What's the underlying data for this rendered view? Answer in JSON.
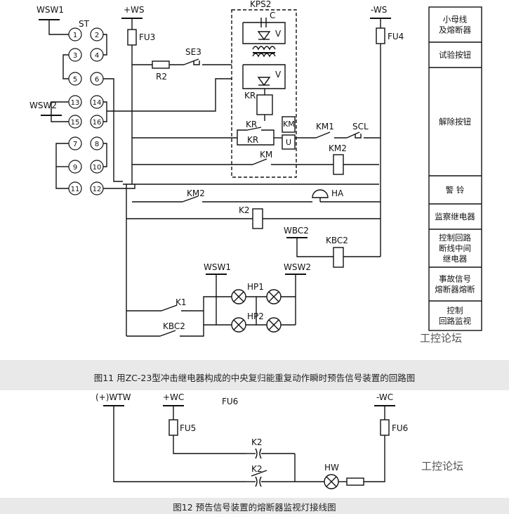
{
  "figure1": {
    "caption": "图11 用ZC-23型冲击继电器构成的中央复归能重复动作瞬时预告信号装置的回路图",
    "labels": {
      "wsw1_top": "WSW1",
      "st": "ST",
      "pos_ws": "+WS",
      "neg_ws": "-WS",
      "fu3": "FU3",
      "fu4": "FU4",
      "r2": "R2",
      "se3": "SE3",
      "kps2": "KPS2",
      "c": "C",
      "v1": "V",
      "v2": "V",
      "kr_coil": "KR",
      "kr_top": "KR",
      "kr_bot": "KR",
      "km_relay": "KM",
      "u": "U",
      "km1": "KM1",
      "scl": "SCL",
      "km2_coil": "KM2",
      "km_contact": "KM",
      "km2_contact": "KM2",
      "ha": "HA",
      "k2_coil": "K2",
      "wbc2": "WBC2",
      "kbc2_coil": "KBC2",
      "wsw2_left": "WSW2",
      "wsw1_bot": "WSW1",
      "wsw2_bot": "WSW2",
      "hp1": "HP1",
      "hp2": "HP2",
      "k1": "K1",
      "kbc2_contact": "KBC2"
    },
    "terminals": [
      "1",
      "2",
      "3",
      "4",
      "5",
      "6",
      "13",
      "14",
      "15",
      "16",
      "7",
      "8",
      "9",
      "10",
      "11",
      "12"
    ],
    "legend": [
      [
        "小母线",
        "及熔断器"
      ],
      [
        "试验按钮"
      ],
      [
        "解除按钮"
      ],
      [
        "警 铃"
      ],
      [
        "监察继电器"
      ],
      [
        "控制回路",
        "断线中间",
        "继电器"
      ],
      [
        "事故信号",
        "熔断器熔断"
      ],
      [
        "控制",
        "回路监视"
      ]
    ],
    "watermark": "工控论坛"
  },
  "figure2": {
    "caption": "图12 预告信号装置的熔断器监视灯接线图",
    "labels": {
      "wtw": "(+)WTW",
      "pos_wc": "+WC",
      "fu6_top": "FU6",
      "neg_wc": "-WC",
      "fu5": "FU5",
      "fu6": "FU6",
      "k2_a": "K2",
      "k2_b": "K2",
      "hw": "HW"
    },
    "watermark": "工控论坛"
  }
}
